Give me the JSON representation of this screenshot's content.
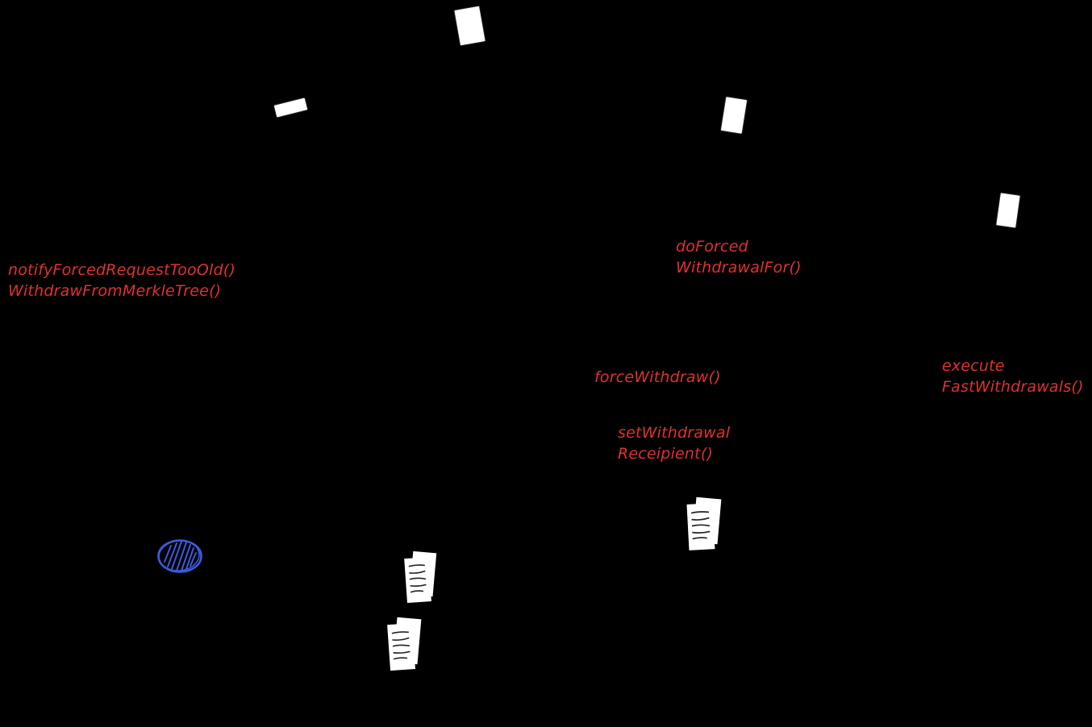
{
  "canvas": {
    "background": "#000000",
    "description": "hand-drawn architecture diagram on dark background"
  },
  "colors": {
    "label_red": "#e03131",
    "paper_white": "#ffffff",
    "scribble_blue": "#3b5bdb",
    "document_ink": "#222222"
  },
  "labels": {
    "notify_forced_line1": "notifyForcedRequestTooOld()",
    "notify_forced_line2": "WithdrawFromMerkleTree()",
    "do_forced_line1": "doForced",
    "do_forced_line2": "WithdrawalFor()",
    "force_withdraw": "forceWithdraw()",
    "set_withdrawal_line1": "setWithdrawal",
    "set_withdrawal_line2": "Receipient()",
    "execute_line1": "execute",
    "execute_line2": "FastWithdrawals()"
  },
  "icons": [
    {
      "name": "paper-icon-top",
      "kind": "blank-page"
    },
    {
      "name": "paper-icon-left",
      "kind": "blank-page-tilted"
    },
    {
      "name": "paper-icon-mid",
      "kind": "blank-page"
    },
    {
      "name": "paper-icon-right",
      "kind": "blank-page"
    },
    {
      "name": "document-stack-icon-a",
      "kind": "lined-document-stack"
    },
    {
      "name": "document-stack-icon-b",
      "kind": "lined-document-stack"
    },
    {
      "name": "document-stack-icon-c",
      "kind": "lined-document-stack"
    },
    {
      "name": "scribble-ellipse-icon",
      "kind": "blue-hatched-ellipse"
    }
  ]
}
